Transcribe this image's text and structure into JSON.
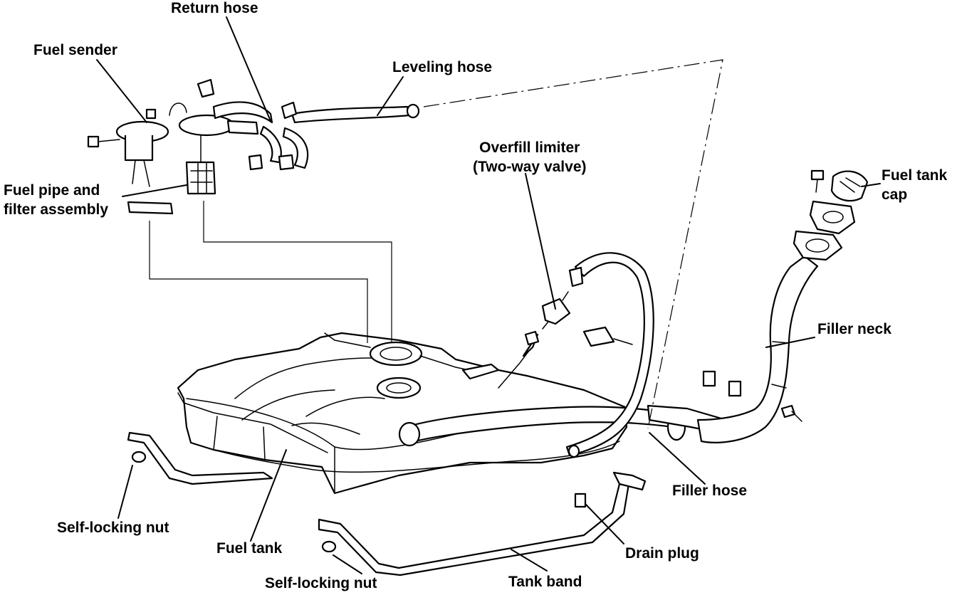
{
  "labels": {
    "return_hose": "Return hose",
    "fuel_sender": "Fuel sender",
    "leveling_hose": "Leveling hose",
    "overfill_limiter_line1": "Overfill limiter",
    "overfill_limiter_line2": "(Two-way valve)",
    "fuel_tank_cap_line1": "Fuel tank",
    "fuel_tank_cap_line2": "cap",
    "fuel_pipe_line1": "Fuel pipe and",
    "fuel_pipe_line2": "filter assembly",
    "filler_neck": "Filler neck",
    "filler_hose": "Filler hose",
    "self_locking_nut_left": "Self-locking nut",
    "fuel_tank": "Fuel tank",
    "drain_plug": "Drain plug",
    "self_locking_nut_bottom": "Self-locking nut",
    "tank_band": "Tank band"
  }
}
